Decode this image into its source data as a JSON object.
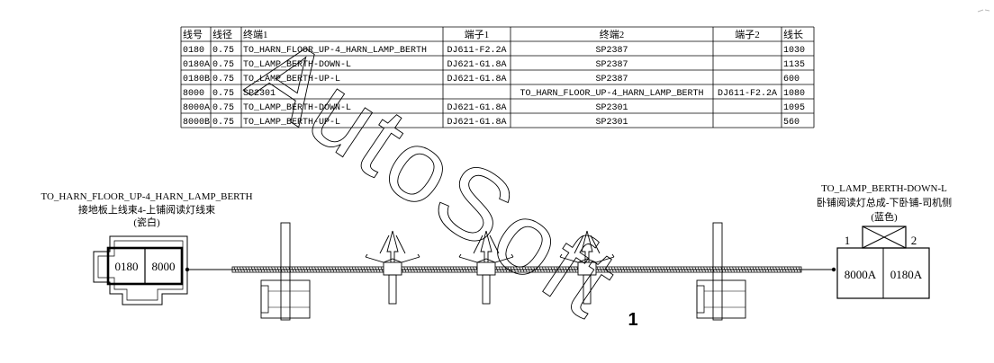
{
  "table": {
    "headers": [
      "线号",
      "线径",
      "终端1",
      "端子1",
      "终端2",
      "端子2",
      "线长"
    ],
    "rows": [
      [
        "0180",
        "0.75",
        "TO_HARN_FLOOR_UP-4_HARN_LAMP_BERTH",
        "DJ611-F2.2A",
        "SP2387",
        "",
        "1030"
      ],
      [
        "0180A",
        "0.75",
        "TO_LAMP_BERTH-DOWN-L",
        "DJ621-G1.8A",
        "SP2387",
        "",
        "1135"
      ],
      [
        "0180B",
        "0.75",
        "TO_LAMP_BERTH-UP-L",
        "DJ621-G1.8A",
        "SP2387",
        "",
        "600"
      ],
      [
        "8000",
        "0.75",
        "SP2301",
        "",
        "TO_HARN_FLOOR_UP-4_HARN_LAMP_BERTH",
        "DJ611-F2.2A",
        "1080"
      ],
      [
        "8000A",
        "0.75",
        "TO_LAMP_BERTH-DOWN-L",
        "DJ621-G1.8A",
        "SP2301",
        "",
        "1095"
      ],
      [
        "8000B",
        "0.75",
        "TO_LAMP_BERTH-UP-L",
        "DJ621-G1.8A",
        "SP2301",
        "",
        "560"
      ]
    ]
  },
  "left_connector": {
    "name": "TO_HARN_FLOOR_UP-4_HARN_LAMP_BERTH",
    "desc": "接地板上线束4-上铺阅读灯线束",
    "color": "(瓷白)",
    "pins": [
      "0180",
      "8000"
    ]
  },
  "right_connector": {
    "name": "TO_LAMP_BERTH-DOWN-L",
    "desc": "卧铺阅读灯总成-下卧铺-司机侧",
    "color": "(蓝色)",
    "pin_numbers": [
      "1",
      "2"
    ],
    "pins": [
      "8000A",
      "0180A"
    ]
  },
  "part_number": "1",
  "watermark": "AutoSoft"
}
